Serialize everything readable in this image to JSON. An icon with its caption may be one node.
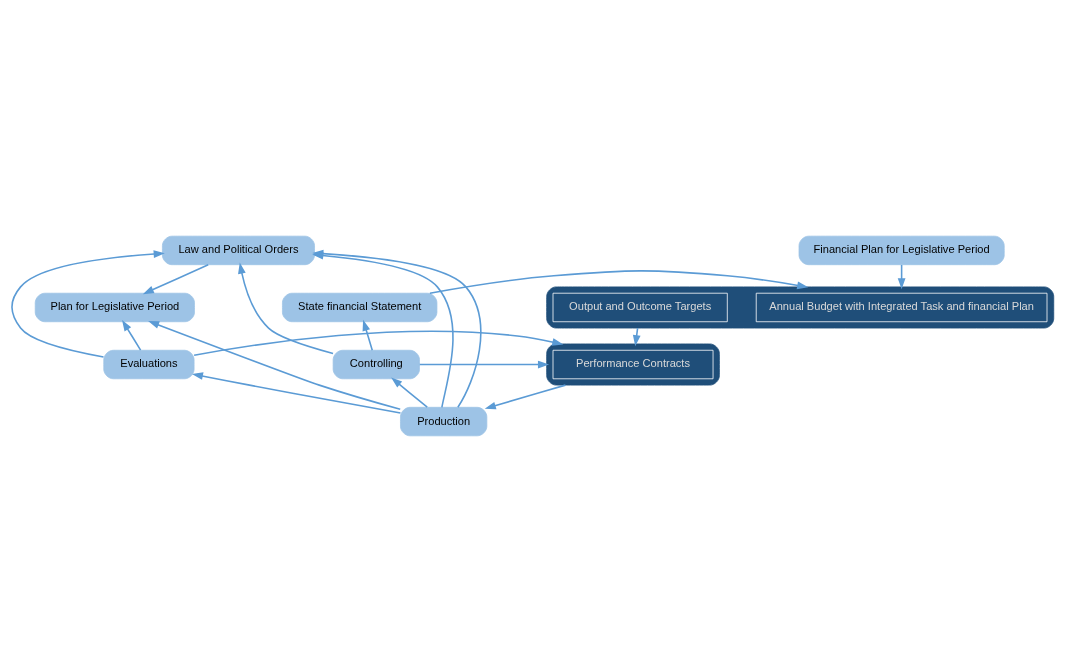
{
  "diagram": {
    "nodes": [
      {
        "text": [
          "Law and Political Orders"
        ]
      },
      {
        "text": [
          "Plan for Legislative Period"
        ]
      },
      {
        "text": [
          "Financial Plan for Legislative Period"
        ]
      },
      {
        "text": [],
        "shape": "box"
      },
      {
        "text": [
          "Annual Budget with Integrated Task and financial Plan"
        ],
        "in": 3
      },
      {
        "text": [
          "Output and Outcome Targets"
        ],
        "in": 3
      },
      {
        "text": [
          "State financial Statement"
        ]
      },
      {
        "text": [
          "Evaluations"
        ]
      },
      {
        "text": [],
        "shape": "box"
      },
      {
        "text": [
          "Performance Contracts"
        ],
        "in": 8
      },
      {
        "text": [
          "Controlling"
        ]
      },
      {
        "text": [
          "Production"
        ]
      }
    ],
    "edges": [
      {
        "from": 0,
        "to": 1,
        "arrow": "to"
      },
      {
        "from": 2,
        "to": 3,
        "arrow": "to"
      },
      {
        "from": 6,
        "to": 3,
        "arrow": "to"
      },
      {
        "from": 3,
        "to": 8,
        "arrow": "to"
      },
      {
        "from": 7,
        "to": 8,
        "arrow": "to"
      },
      {
        "from": 10,
        "to": 8,
        "arrow": "to"
      },
      {
        "from": 8,
        "to": 11,
        "arrow": "to"
      },
      {
        "from": 10,
        "to": 6,
        "arrow": "to"
      },
      {
        "from": 11,
        "to": 7,
        "arrow": "to"
      },
      {
        "from": 11,
        "to": 10,
        "arrow": "to"
      },
      {
        "from": 11,
        "to": 0,
        "arrow": "to"
      },
      {
        "from": 11,
        "to": 1,
        "arrow": "to"
      },
      {
        "from": 7,
        "to": 0,
        "arrow": "to"
      },
      {
        "from": 7,
        "to": 1,
        "arrow": "to"
      },
      {
        "from": 11,
        "to": 0,
        "arrow": "to"
      },
      {
        "from": 10,
        "to": 0,
        "arrow": "to"
      }
    ]
  }
}
